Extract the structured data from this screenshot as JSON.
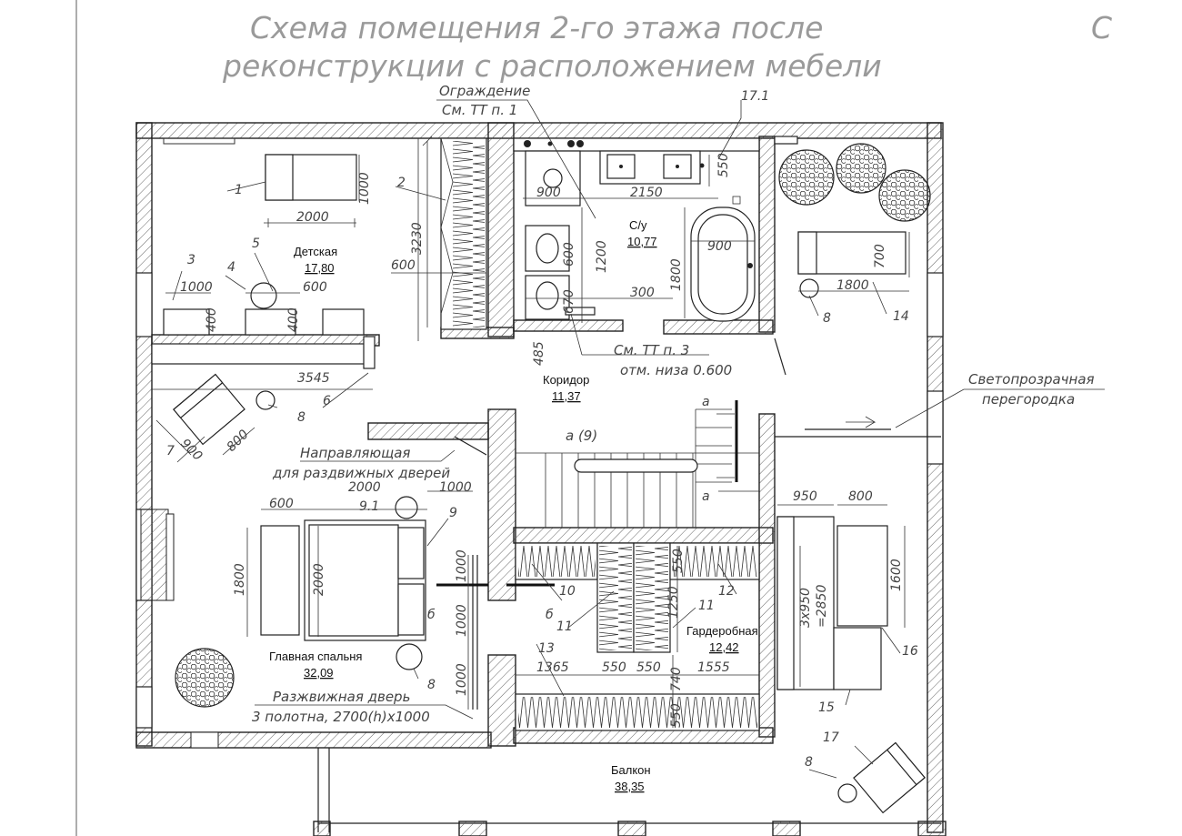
{
  "title": {
    "line1": "Схема помещения 2-го этажа после",
    "line2": "реконструкции с расположением мебели",
    "edge_fragment": "С"
  },
  "rooms": {
    "detskaya": {
      "name": "Детская",
      "area": "17,80"
    },
    "su": {
      "name": "С/у",
      "area": "10,77"
    },
    "koridor": {
      "name": "Коридор",
      "area": "11,37"
    },
    "garderobnaya": {
      "name": "Гардеробная",
      "area": "12,42"
    },
    "spalnya": {
      "name": "Главная спальня",
      "area": "32,09"
    },
    "balkon": {
      "name": "Балкон",
      "area": "38,35"
    }
  },
  "notes": {
    "ograzhdenie_1": "Ограждение",
    "ograzhdenie_2": "См. ТТ п. 1",
    "tt3_1": "См. ТТ п. 3",
    "tt3_2": "отм. низа 0.600",
    "svet_1": "Светопрозрачная",
    "svet_2": "перегородка",
    "napr_1": "Направляющая",
    "napr_2": "для раздвижных дверей",
    "razdv_1": "Разжвижная дверь",
    "razdv_2": "3 полотна, 2700(h)x1000",
    "stair": "а  (9)"
  },
  "dims": {
    "d2000_bed": "2000",
    "d1000_bed": "1000",
    "d3230": "3230",
    "d600_a": "600",
    "d1000_3": "1000",
    "d600_b": "600",
    "d400_a": "400",
    "d400_b": "400",
    "d3545": "3545",
    "d900_sink": "900",
    "d2150": "2150",
    "d550_a": "550",
    "d1200": "1200",
    "d600_wc": "600",
    "d670": "670",
    "d300": "300",
    "d1800_bath": "1800",
    "d900_bath": "900",
    "d485": "485",
    "d700": "700",
    "d1800_lounger": "1800",
    "d900_chair": "900",
    "d800_chair": "800",
    "d600_bench": "600",
    "d2000_mbed": "2000",
    "d1000_mbed": "1000",
    "d1800_bench": "1800",
    "d2000_mbed_v": "2000",
    "d1000_door1": "1000",
    "d1000_door2": "1000",
    "d1000_door3": "1000",
    "d550_w1": "550",
    "d1250": "1250",
    "d1365": "1365",
    "d550_w2": "550",
    "d550_w3": "550",
    "d1555": "1555",
    "d740": "740",
    "d550_w4": "550",
    "d950": "950",
    "d800_sofa": "800",
    "d3x950": "3x950",
    "d2850": "=2850",
    "d1600": "1600"
  },
  "markers": {
    "m1": "1",
    "m2": "2",
    "m3": "3",
    "m4": "4",
    "m5": "5",
    "m6": "6",
    "m7": "7",
    "m8a": "8",
    "m8b": "8",
    "m8c": "8",
    "m8d": "8",
    "m9": "9",
    "m9_1": "9.1",
    "m10": "10",
    "m11a": "11",
    "m11b": "11",
    "m12": "12",
    "m13": "13",
    "m14": "14",
    "m15": "15",
    "m16": "16",
    "m17": "17",
    "m17_1": "17.1",
    "sec_a1": "а",
    "sec_a2": "а",
    "sec_b1": "б",
    "sec_b2": "б"
  }
}
